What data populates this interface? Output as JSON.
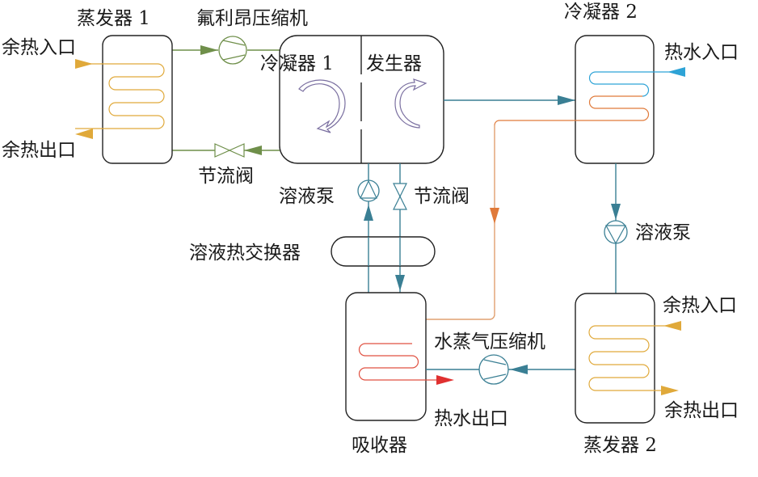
{
  "title": "吸收式-压缩式复合热泵系统流程图",
  "colors": {
    "freon": "#6f8f4a",
    "solution": "#3a7f94",
    "waste_heat": "#e0a93a",
    "hot_water_in": "#2ea3d6",
    "hot_water_mid": "#e07a3a",
    "hot_water_out": "#e03030",
    "swirl": "#7a6fa0",
    "outline": "#222222"
  },
  "components": {
    "evaporator1": {
      "label": "蒸发器 1"
    },
    "freon_compressor": {
      "label": "氟利昂压缩机"
    },
    "condenser1": {
      "label": "冷凝器 1"
    },
    "generator": {
      "label": "发生器"
    },
    "condenser2": {
      "label": "冷凝器 2"
    },
    "throttle_valve_left": {
      "label": "节流阀"
    },
    "solution_pump_left": {
      "label": "溶液泵"
    },
    "throttle_valve_mid": {
      "label": "节流阀"
    },
    "solution_heat_exchanger": {
      "label": "溶液热交换器"
    },
    "solution_pump_right": {
      "label": "溶液泵"
    },
    "absorber": {
      "label": "吸收器"
    },
    "steam_compressor": {
      "label": "水蒸气压缩机"
    },
    "evaporator2": {
      "label": "蒸发器 2"
    }
  },
  "ports": {
    "waste_heat_in_1": "余热入口",
    "waste_heat_out_1": "余热出口",
    "hot_water_in": "热水入口",
    "hot_water_out": "热水出口",
    "waste_heat_in_2": "余热入口",
    "waste_heat_out_2": "余热出口"
  }
}
